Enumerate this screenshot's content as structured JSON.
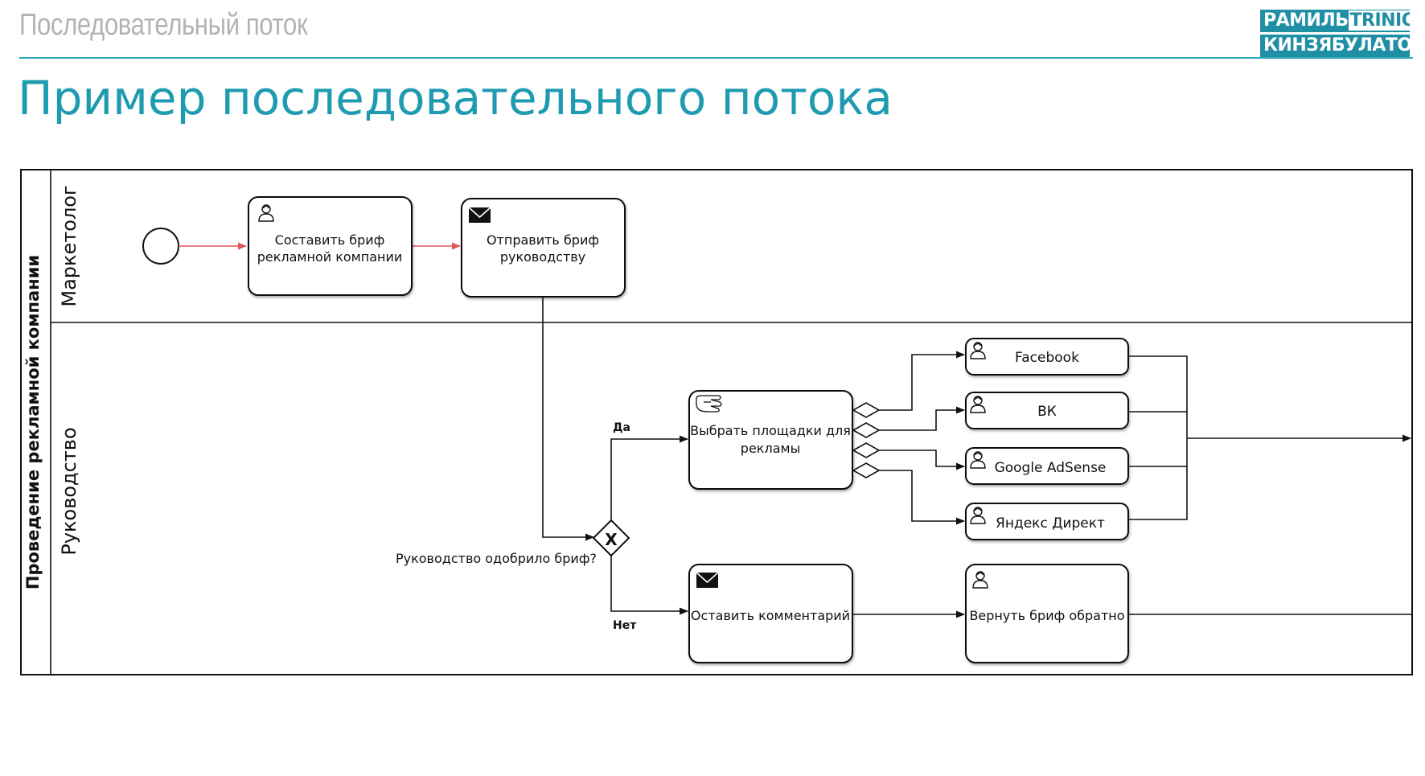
{
  "header": {
    "section_title": "Последовательный поток",
    "logo": {
      "line1": "РАМИЛЬ",
      "line1_suffix": "TRINION",
      "line2": "КИНЗЯБУЛАТОВ"
    }
  },
  "page_title": "Пример последовательного потока",
  "diagram": {
    "pool_label": "Проведение рекламной компании",
    "lanes": {
      "marketer": "Маркетолог",
      "management": "Руководство"
    },
    "tasks": {
      "compose_brief": {
        "line1": "Составить бриф",
        "line2": "рекламной компании",
        "icon": "user-icon"
      },
      "send_brief": {
        "line1": "Отправить бриф",
        "line2": "руководству",
        "icon": "envelope-icon"
      },
      "choose_platforms": {
        "line1": "Выбрать площадки для",
        "line2": "рекламы",
        "icon": "hand-icon"
      },
      "facebook": {
        "label": "Facebook",
        "icon": "user-icon"
      },
      "vk": {
        "label": "ВК",
        "icon": "user-icon"
      },
      "google_adsense": {
        "label": "Google AdSense",
        "icon": "user-icon"
      },
      "yandex_direct": {
        "label": "Яндекс Директ",
        "icon": "user-icon"
      },
      "leave_comment": {
        "label": "Оставить комментарий",
        "icon": "envelope-icon"
      },
      "return_brief": {
        "label": "Вернуть бриф обратно",
        "icon": "user-icon"
      }
    },
    "gateway": {
      "symbol": "X",
      "question": "Руководство одобрило бриф?",
      "yes_label": "Да",
      "no_label": "Нет"
    },
    "colors": {
      "accent": "#1e9bb0",
      "first_flows": "#e05555",
      "stroke": "#111111"
    }
  }
}
